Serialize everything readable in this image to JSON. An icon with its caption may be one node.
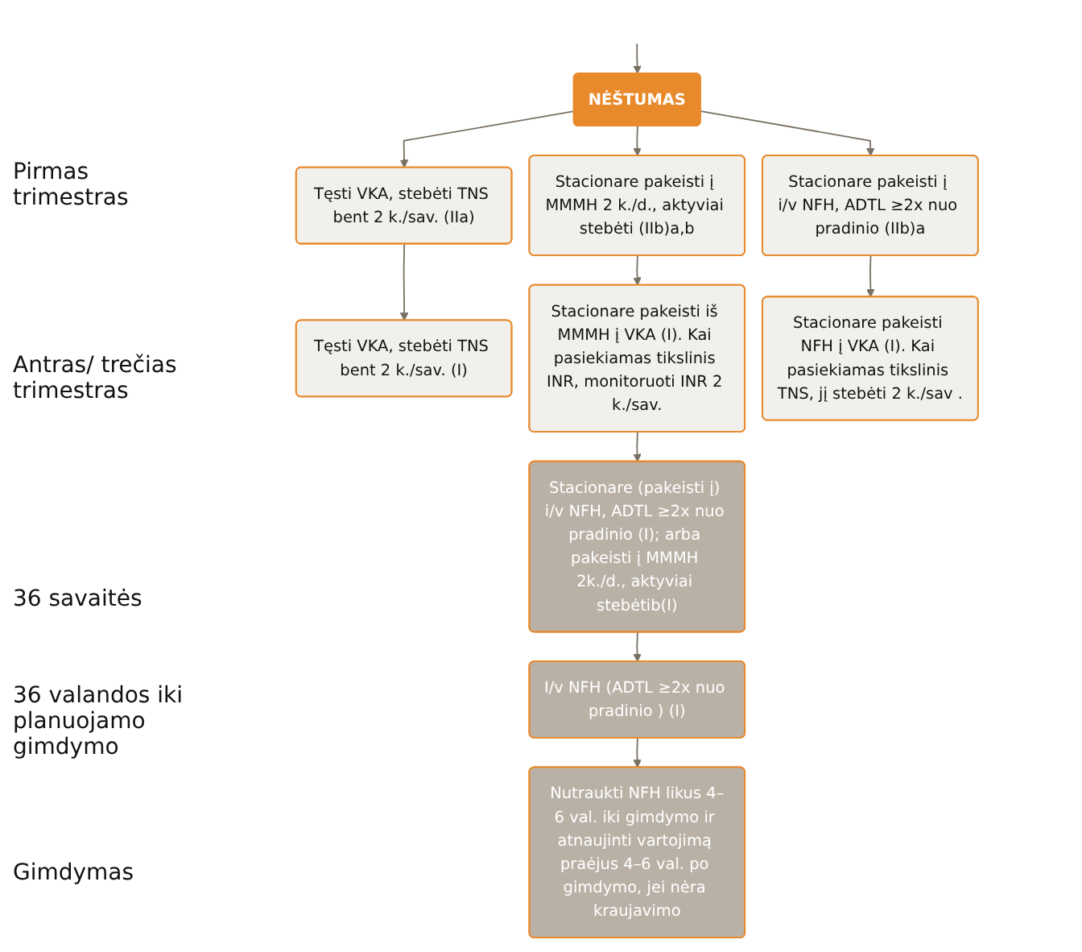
{
  "diagram": {
    "nodes": [
      {
        "text": [
          "NĖŠTUMAS"
        ]
      },
      {
        "text": [
          "Tęsti VKA, stebėti TNS bent 2 k./sav. (IIa)"
        ]
      },
      {
        "text": [
          "Stacionare pakeisti į MMMH 2 k./d., aktyviai stebėti (IIb)a,b"
        ]
      },
      {
        "text": [
          "Stacionare pakeisti į i/v NFH, ADTL ≥2x nuo pradinio (IIb)a"
        ]
      },
      {
        "text": [
          "Tęsti VKA, stebėti TNS bent 2 k./sav. (I)"
        ]
      },
      {
        "text": [
          "Stacionare pakeisti iš MMMH į VKA (I). Kai pasiekiamas tikslinis INR, monitoruoti INR 2 k./sav."
        ]
      },
      {
        "text": [
          "Stacionare pakeisti NFH į VKA (I). Kai pasiekiamas tikslinis TNS, jį stebėti 2 k./sav ."
        ]
      },
      {
        "text": [
          "Stacionare (pakeisti į) i/v NFH, ADTL ≥2x nuo pradinio (I); arba pakeisti į MMMH 2k./d., aktyviai stebėtib(I)"
        ]
      },
      {
        "text": [
          "I/v NFH (ADTL ≥2x nuo pradinio ) (I)"
        ]
      },
      {
        "text": [
          "Nutraukti NFH likus 4–6 val. iki gimdymo ir atnaujinti vartojimą praėjus 4–6 val. po gimdymo, jei nėra kraujavimo"
        ]
      }
    ],
    "edges": [
      {
        "from": null,
        "to": 0,
        "arrow": "to"
      },
      {
        "from": 0,
        "to": 1,
        "arrow": "to"
      },
      {
        "from": 0,
        "to": 2,
        "arrow": "to"
      },
      {
        "from": 0,
        "to": 3,
        "arrow": "to"
      },
      {
        "from": 1,
        "to": 4,
        "arrow": "to"
      },
      {
        "from": 2,
        "to": 5,
        "arrow": "to"
      },
      {
        "from": 3,
        "to": 6,
        "arrow": "to"
      },
      {
        "from": 5,
        "to": 7,
        "arrow": "to"
      },
      {
        "from": 7,
        "to": 8,
        "arrow": "to"
      },
      {
        "from": 8,
        "to": 9,
        "arrow": "to"
      }
    ],
    "labels": [
      "Pirmas trimestras",
      "Antras/ trečias trimestras",
      "36 savaitės",
      "36 valandos iki planuojamo gimdymo",
      "Gimdymas"
    ]
  }
}
